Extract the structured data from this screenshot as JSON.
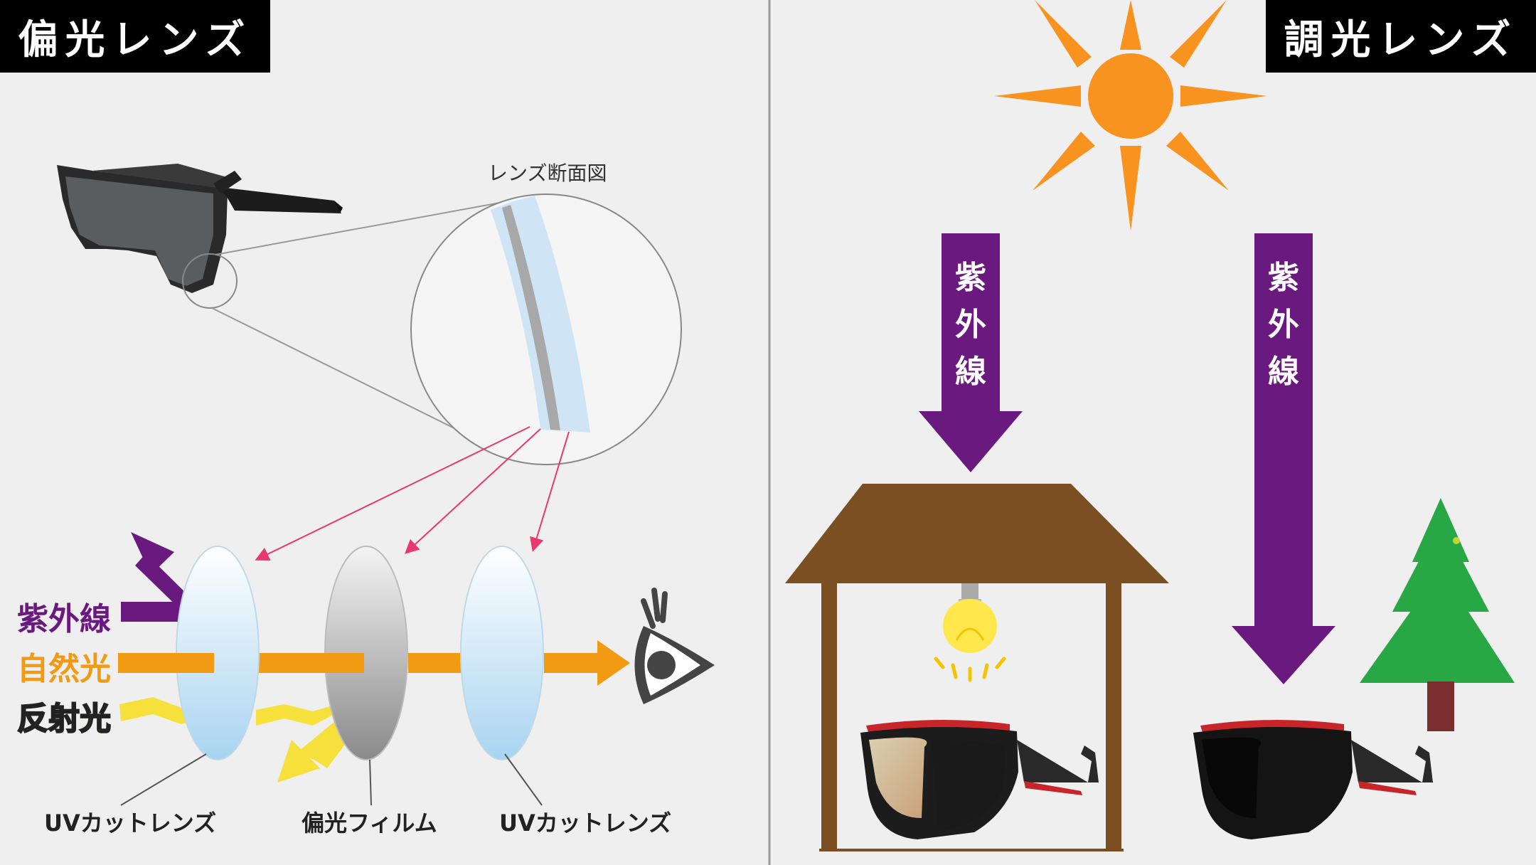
{
  "left_panel": {
    "title": "偏光レンズ",
    "cross_section_label": "レンズ断面図",
    "light_labels": {
      "uv": "紫外線",
      "natural": "自然光",
      "reflected": "反射光"
    },
    "layer_captions": {
      "uv_cut_front": "UVカットレンズ",
      "polarizing_film": "偏光フィルム",
      "uv_cut_back": "UVカットレンズ"
    }
  },
  "right_panel": {
    "title": "調光レンズ",
    "uv_arrow_left": [
      "紫",
      "外",
      "線"
    ],
    "uv_arrow_right": [
      "紫",
      "外",
      "線"
    ]
  },
  "colors": {
    "background": "#efefef",
    "title_bg": "#000000",
    "uv_purple": "#6a1a7e",
    "natural_orange": "#f29a12",
    "reflect_yellow": "#f5e03c",
    "pointer_pink": "#e8386e",
    "sun_orange": "#f7931e",
    "hut_brown": "#7b4f21",
    "tree_green": "#28a844",
    "trunk": "#7a2e2e"
  },
  "icons": [
    "sunglasses-icon",
    "eye-icon",
    "sun-icon",
    "light-bulb-icon",
    "tree-icon",
    "hut-icon"
  ]
}
